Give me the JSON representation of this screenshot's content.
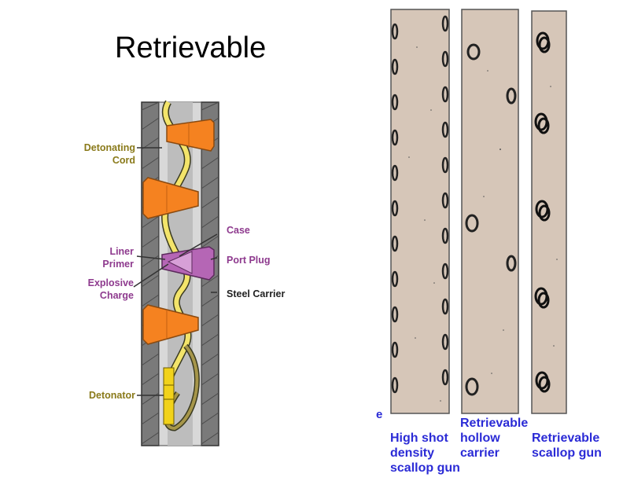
{
  "title": "Retrievable",
  "diagram": {
    "labels": {
      "detonating_cord_1": "Detonating",
      "detonating_cord_2": "Cord",
      "case": "Case",
      "liner_1": "Liner",
      "liner_2": "Primer",
      "port_plug": "Port Plug",
      "explosive_1": "Explosive",
      "explosive_2": "Charge",
      "steel_carrier": "Steel Carrier",
      "detonator": "Detonator"
    },
    "colors": {
      "charge": "#f58220",
      "cord": "#f3e46a",
      "plug": "#b566b5",
      "wall": "#6e6e6e",
      "label_olive": "#8a7a1a",
      "label_purple": "#8e3a8e",
      "caption_blue": "#2b2bd6",
      "gun_fill": "#d6c6b8"
    }
  },
  "photo": {
    "edge_char": "e",
    "captions": {
      "a1": "High shot",
      "a2": "density",
      "a3": "scallop gun",
      "b1": "Retrievable",
      "b2": "hollow",
      "b3": "carrier",
      "c1": "Retrievable",
      "c2": "scallop gun"
    }
  }
}
